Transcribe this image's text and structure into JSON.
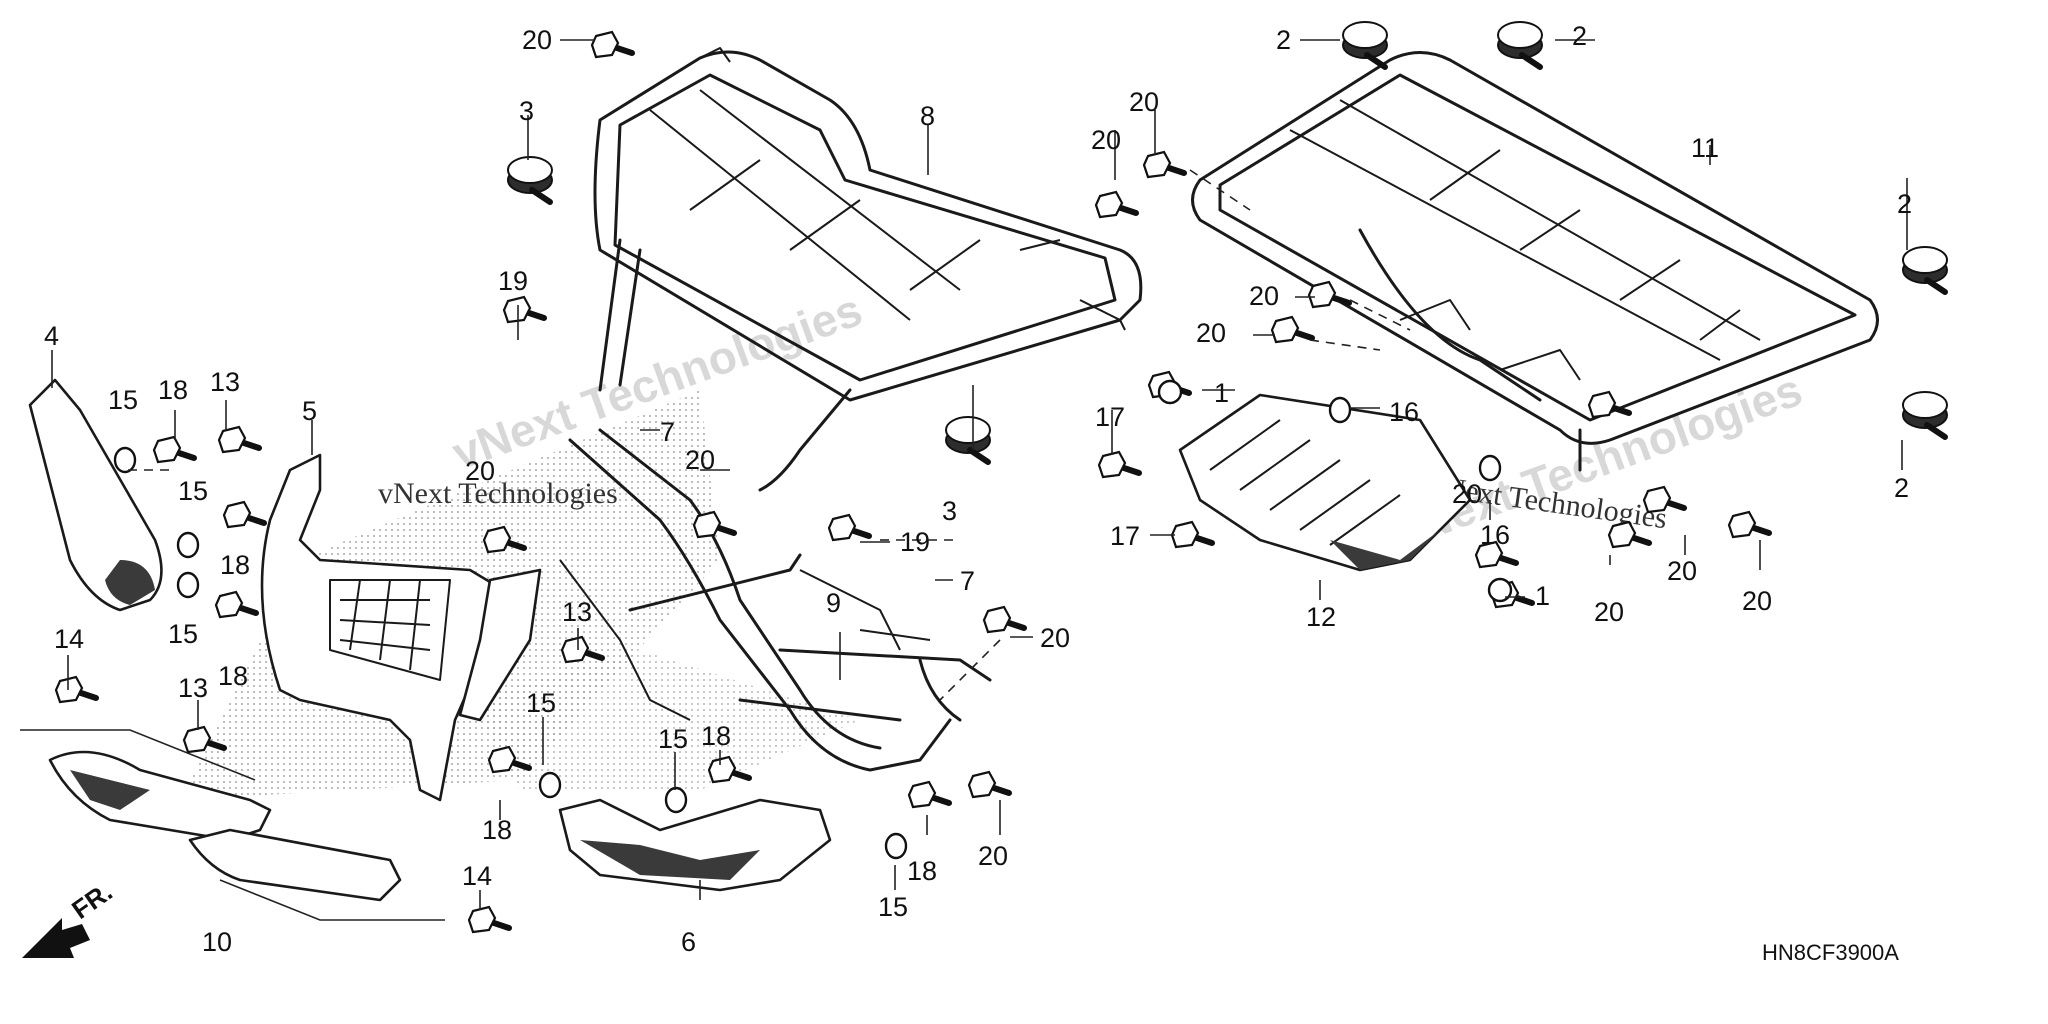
{
  "diagram_code": "HN8CF3900A",
  "direction_label": "FR.",
  "watermark_text": "vNext Technologies",
  "callouts": [
    {
      "id": "c-20-a",
      "label": "20"
    },
    {
      "id": "c-3-a",
      "label": "3"
    },
    {
      "id": "c-8",
      "label": "8"
    },
    {
      "id": "c-19-a",
      "label": "19"
    },
    {
      "id": "c-4",
      "label": "4"
    },
    {
      "id": "c-15-a",
      "label": "15"
    },
    {
      "id": "c-18-a",
      "label": "18"
    },
    {
      "id": "c-13-a",
      "label": "13"
    },
    {
      "id": "c-5",
      "label": "5"
    },
    {
      "id": "c-7-a",
      "label": "7"
    },
    {
      "id": "c-20-b",
      "label": "20"
    },
    {
      "id": "c-20-c",
      "label": "20"
    },
    {
      "id": "c-15-b",
      "label": "15"
    },
    {
      "id": "c-18-b",
      "label": "18"
    },
    {
      "id": "c-15-c",
      "label": "15"
    },
    {
      "id": "c-18-c",
      "label": "18"
    },
    {
      "id": "c-3-b",
      "label": "3"
    },
    {
      "id": "c-19-b",
      "label": "19"
    },
    {
      "id": "c-7-b",
      "label": "7"
    },
    {
      "id": "c-9",
      "label": "9"
    },
    {
      "id": "c-20-d",
      "label": "20"
    },
    {
      "id": "c-13-b",
      "label": "13"
    },
    {
      "id": "c-14-a",
      "label": "14"
    },
    {
      "id": "c-13-c",
      "label": "13"
    },
    {
      "id": "c-15-d",
      "label": "15"
    },
    {
      "id": "c-15-e",
      "label": "15"
    },
    {
      "id": "c-18-d",
      "label": "18"
    },
    {
      "id": "c-18-e",
      "label": "18"
    },
    {
      "id": "c-20-e",
      "label": "20"
    },
    {
      "id": "c-18-f",
      "label": "18"
    },
    {
      "id": "c-15-f",
      "label": "15"
    },
    {
      "id": "c-14-b",
      "label": "14"
    },
    {
      "id": "c-10",
      "label": "10"
    },
    {
      "id": "c-6",
      "label": "6"
    },
    {
      "id": "c-2-a",
      "label": "2"
    },
    {
      "id": "c-2-b",
      "label": "2"
    },
    {
      "id": "c-20-f",
      "label": "20"
    },
    {
      "id": "c-20-g",
      "label": "20"
    },
    {
      "id": "c-11",
      "label": "11"
    },
    {
      "id": "c-20-h",
      "label": "20"
    },
    {
      "id": "c-20-i",
      "label": "20"
    },
    {
      "id": "c-2-c",
      "label": "2"
    },
    {
      "id": "c-1-a",
      "label": "1"
    },
    {
      "id": "c-17-a",
      "label": "17"
    },
    {
      "id": "c-16-a",
      "label": "16"
    },
    {
      "id": "c-2-d",
      "label": "2"
    },
    {
      "id": "c-17-b",
      "label": "17"
    },
    {
      "id": "c-16-b",
      "label": "16"
    },
    {
      "id": "c-12",
      "label": "12"
    },
    {
      "id": "c-1-b",
      "label": "1"
    },
    {
      "id": "c-20-j",
      "label": "20"
    },
    {
      "id": "c-20-k",
      "label": "20"
    },
    {
      "id": "c-20-l",
      "label": "20"
    },
    {
      "id": "c-20-m",
      "label": "20"
    }
  ]
}
